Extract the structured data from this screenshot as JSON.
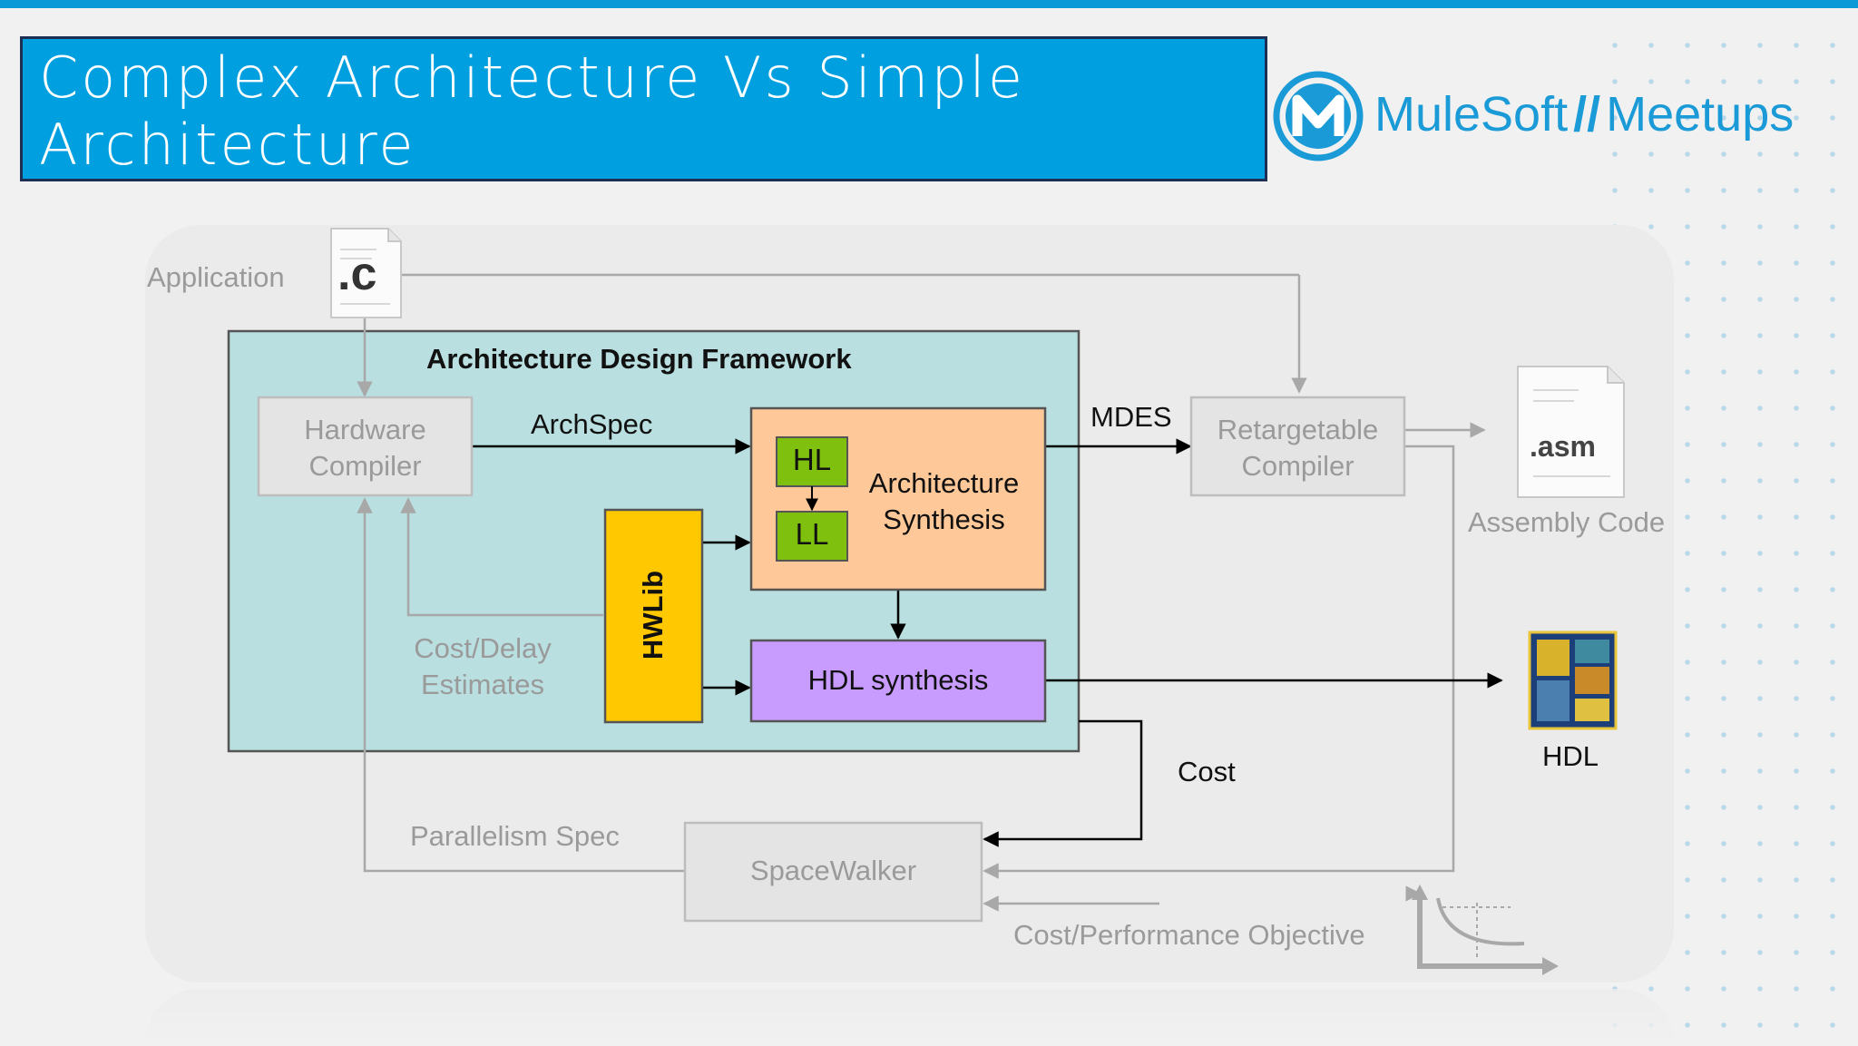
{
  "slide": {
    "title": "Complex Architecture Vs Simple Architecture"
  },
  "logo": {
    "brand": "MuleSoft",
    "separator": "//",
    "product": "Meetups",
    "accent_color": "#1a9ad6"
  },
  "diagram": {
    "application_label": "Application",
    "c_file_label": ".c",
    "framework_title": "Architecture Design Framework",
    "hardware_compiler": [
      "Hardware",
      "Compiler"
    ],
    "archspec_label": "ArchSpec",
    "hl_label": "HL",
    "ll_label": "LL",
    "arch_synthesis": [
      "Architecture",
      "Synthesis"
    ],
    "hwlib_label": "HWLib",
    "cost_delay": [
      "Cost/Delay",
      "Estimates"
    ],
    "hdl_synthesis": "HDL synthesis",
    "mdes_label": "MDES",
    "retargetable_compiler": [
      "Retargetable",
      "Compiler"
    ],
    "asm_file_label": ".asm",
    "assembly_code_label": "Assembly Code",
    "hdl_label": "HDL",
    "cost_label": "Cost",
    "parallelism_spec": "Parallelism Spec",
    "spacewalker": "SpaceWalker",
    "cost_perf_objective": "Cost/Performance Objective",
    "colors": {
      "framework_bg": "#b9dfe0",
      "synthesis_bg": "#ffc898",
      "hl_ll_bg": "#7fc00e",
      "hwlib_bg": "#ffc800",
      "hdl_bg": "#c89bff",
      "grey_box_bg": "#e4e4e4"
    }
  }
}
